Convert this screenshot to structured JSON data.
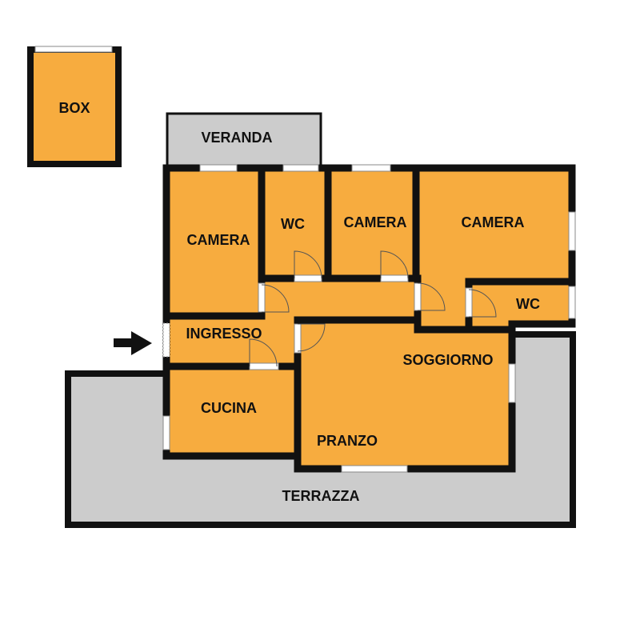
{
  "colors": {
    "room_fill": "#F7AC3F",
    "outdoor_fill": "#CCCCCC",
    "wall": "#111111",
    "window": "#FFFFFF",
    "door": "#555555",
    "background": "#FFFFFF"
  },
  "rooms": {
    "box": "BOX",
    "veranda": "VERANDA",
    "camera_1": "CAMERA",
    "wc_1": "WC",
    "camera_2": "CAMERA",
    "camera_3": "CAMERA",
    "wc_2": "WC",
    "ingresso": "INGRESSO",
    "soggiorno": "SOGGIORNO",
    "cucina": "CUCINA",
    "pranzo": "PRANZO",
    "terrazza": "TERRAZZA"
  },
  "icons": {
    "entrance": "arrow-right-icon"
  }
}
